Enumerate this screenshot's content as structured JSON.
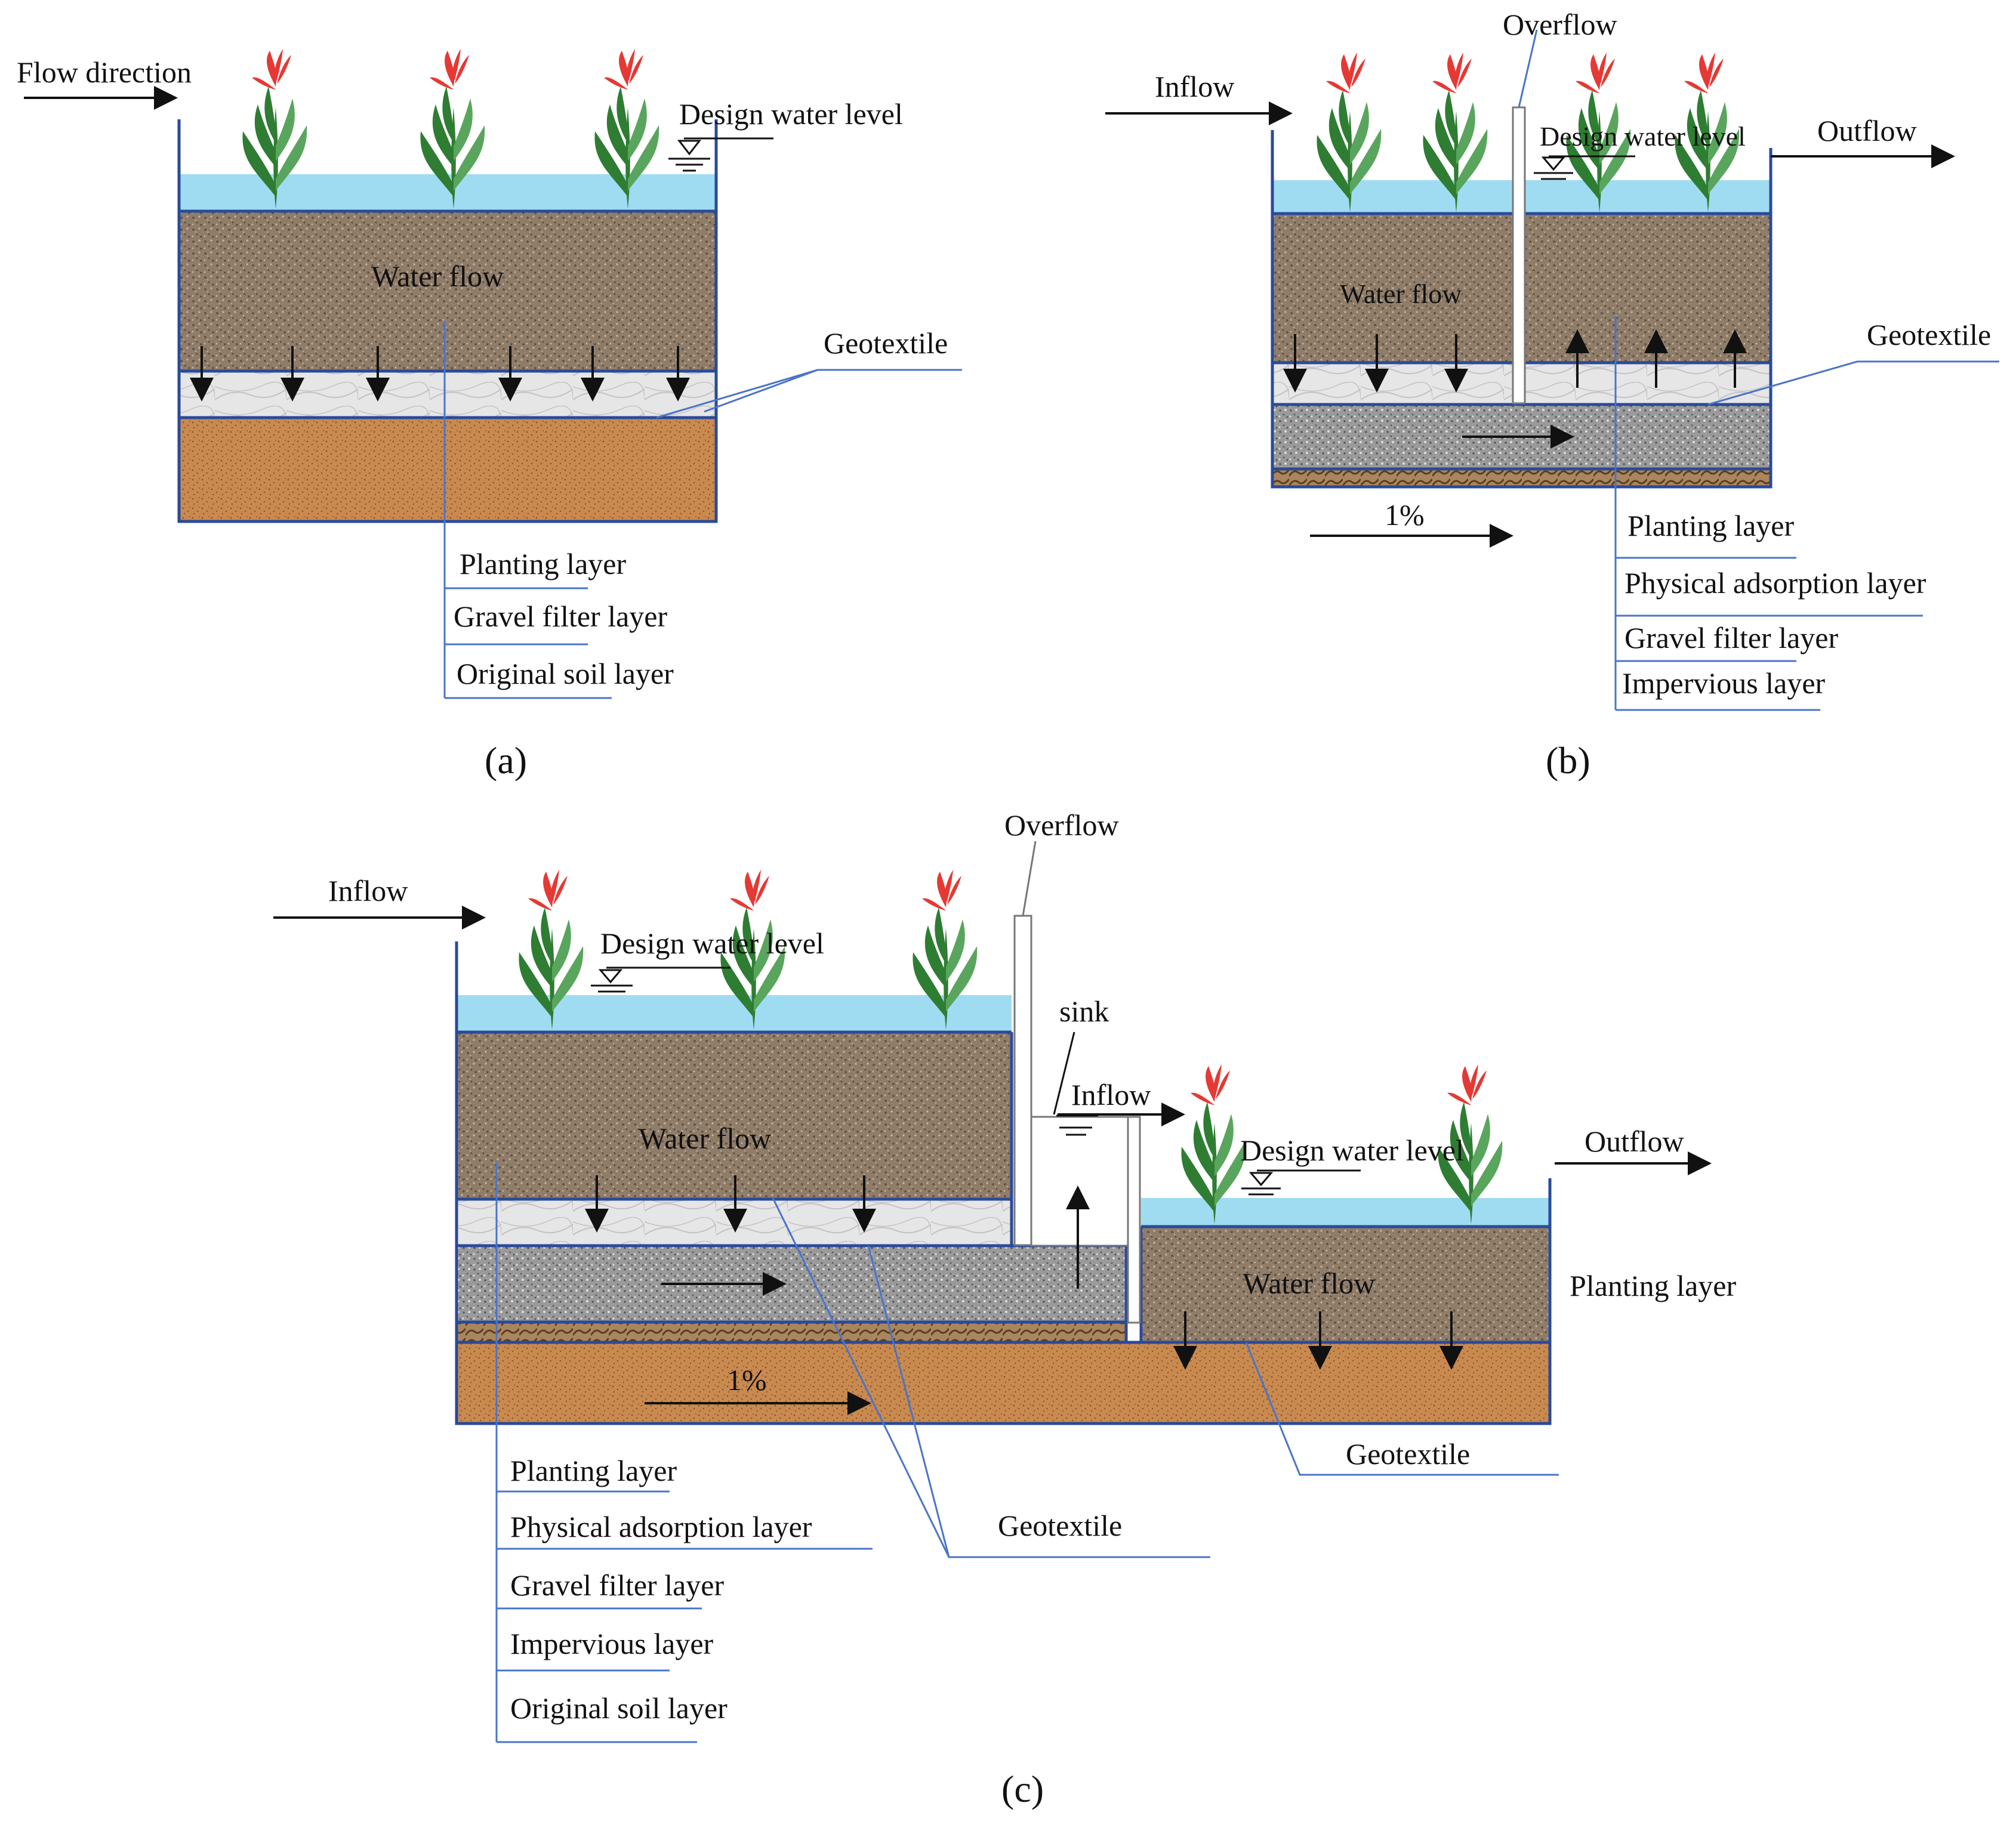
{
  "colors": {
    "water": "#9fdcf2",
    "planting": "#8f7d6a",
    "planting_dot": "#5c4a3a",
    "planting_light": "#c8b7a2",
    "geotextile": "#e6e6e6",
    "geotextile_vein": "#c2c2c2",
    "gravel": "#9a9a9a",
    "gravel_dot": "#555555",
    "gravel_light": "#dcdcdc",
    "impervious": "#a9865e",
    "impervious_stripe": "#5a3d22",
    "soil": "#c98a50",
    "soil_dot": "#8e5628",
    "border": "#2a4a9a",
    "leader": "#4a74c8",
    "leaf": "#2e7d32",
    "leaf_light": "#5aa55d",
    "flower": "#e53935",
    "pipe": "#ffffff",
    "pipe_border": "#777777"
  },
  "icons": {
    "plant": "canna-plant-icon",
    "water_level": "water-level-symbol-icon",
    "arrow": "arrow-icon"
  },
  "panel_a": {
    "caption": "(a)",
    "flow_direction": "Flow direction",
    "design_water_level": "Design water level",
    "water_flow": "Water flow",
    "geotextile": "Geotextile",
    "layers": [
      "Planting layer",
      "Gravel filter layer",
      "Original soil layer"
    ]
  },
  "panel_b": {
    "caption": "(b)",
    "inflow": "Inflow",
    "overflow": "Overflow",
    "design_water_level": "Design water level",
    "outflow": "Outflow",
    "water_flow": "Water flow",
    "geotextile": "Geotextile",
    "slope": "1%",
    "layers": [
      "Planting layer",
      "Physical adsorption layer",
      "Gravel filter layer",
      "Impervious layer"
    ]
  },
  "panel_c": {
    "caption": "(c)",
    "inflow": "Inflow",
    "overflow": "Overflow",
    "design_water_level_left": "Design water level",
    "sink": "sink",
    "inflow_inner": "Inflow",
    "design_water_level_right": "Design water level",
    "outflow": "Outflow",
    "water_flow_left": "Water flow",
    "water_flow_right": "Water flow",
    "planting_layer_right": "Planting layer",
    "slope": "1%",
    "geotextile_right": "Geotextile",
    "geotextile_left": "Geotextile",
    "layers": [
      "Planting layer",
      "Physical adsorption layer",
      "Gravel filter layer",
      "Impervious layer",
      "Original soil layer"
    ]
  }
}
